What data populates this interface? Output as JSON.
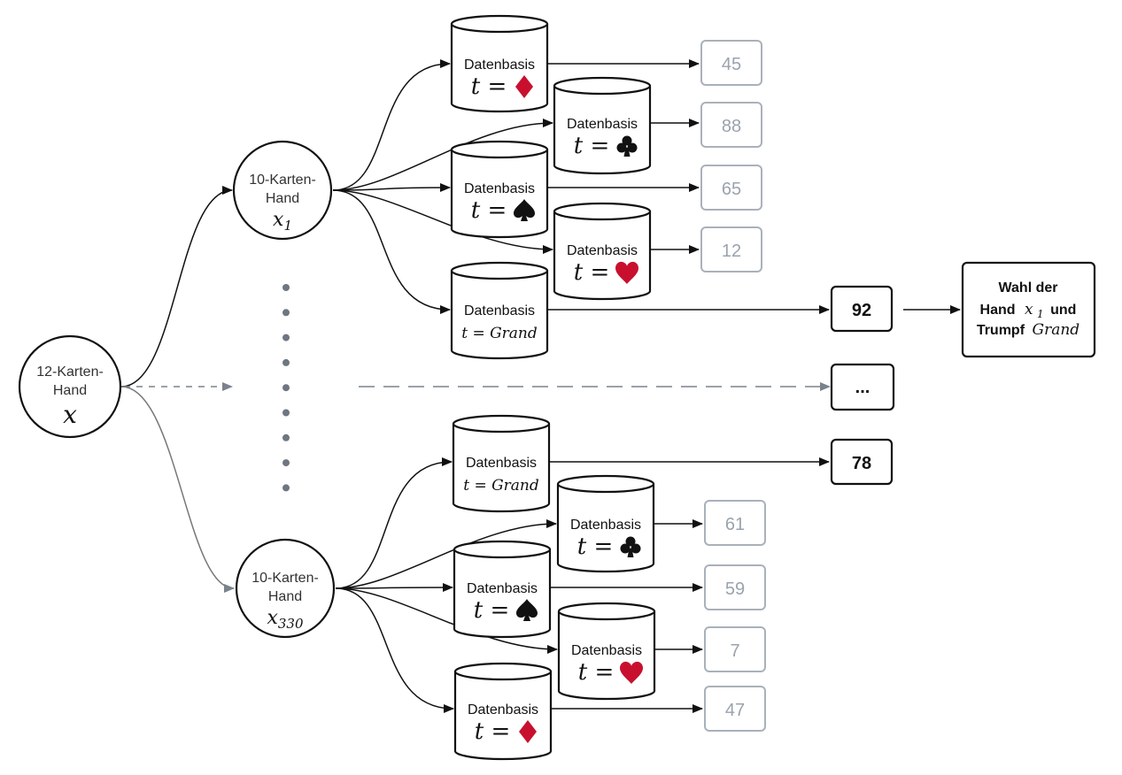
{
  "root": {
    "line1": "12-Karten-",
    "line2": "Hand",
    "var": "x"
  },
  "branches": [
    {
      "id": "top",
      "hand": {
        "line1": "10-Karten-",
        "line2": "Hand",
        "var": "x",
        "sub": "1"
      },
      "databases": [
        {
          "label": "Datenbasis",
          "trump": "diamond",
          "score": "45",
          "highlight": false
        },
        {
          "label": "Datenbasis",
          "trump": "club",
          "score": "88",
          "highlight": false
        },
        {
          "label": "Datenbasis",
          "trump": "spade",
          "score": "65",
          "highlight": false
        },
        {
          "label": "Datenbasis",
          "trump": "heart",
          "score": "12",
          "highlight": false
        },
        {
          "label": "Datenbasis",
          "trump": "Grand",
          "score": "92",
          "highlight": true
        }
      ]
    },
    {
      "id": "bottom",
      "hand": {
        "line1": "10-Karten-",
        "line2": "Hand",
        "var": "x",
        "sub": "330"
      },
      "databases": [
        {
          "label": "Datenbasis",
          "trump": "Grand",
          "score": "78",
          "highlight": true
        },
        {
          "label": "Datenbasis",
          "trump": "club",
          "score": "61",
          "highlight": false
        },
        {
          "label": "Datenbasis",
          "trump": "spade",
          "score": "59",
          "highlight": false
        },
        {
          "label": "Datenbasis",
          "trump": "heart",
          "score": "7",
          "highlight": false
        },
        {
          "label": "Datenbasis",
          "trump": "diamond",
          "score": "47",
          "highlight": false
        }
      ]
    }
  ],
  "ellipsis_box": "...",
  "result": {
    "line1": "Wahl der",
    "line2_a": "Hand",
    "line2_var": "x",
    "line2_sub": "1",
    "line2_b": "und",
    "line3_a": "Trumpf",
    "line3_var": "Grand"
  },
  "eq_prefix": "t =",
  "colors": {
    "red_suit": "#c8102e",
    "black_suit": "#111111",
    "gray_box": "#9aa3ad",
    "dashed": "#7a828c"
  }
}
